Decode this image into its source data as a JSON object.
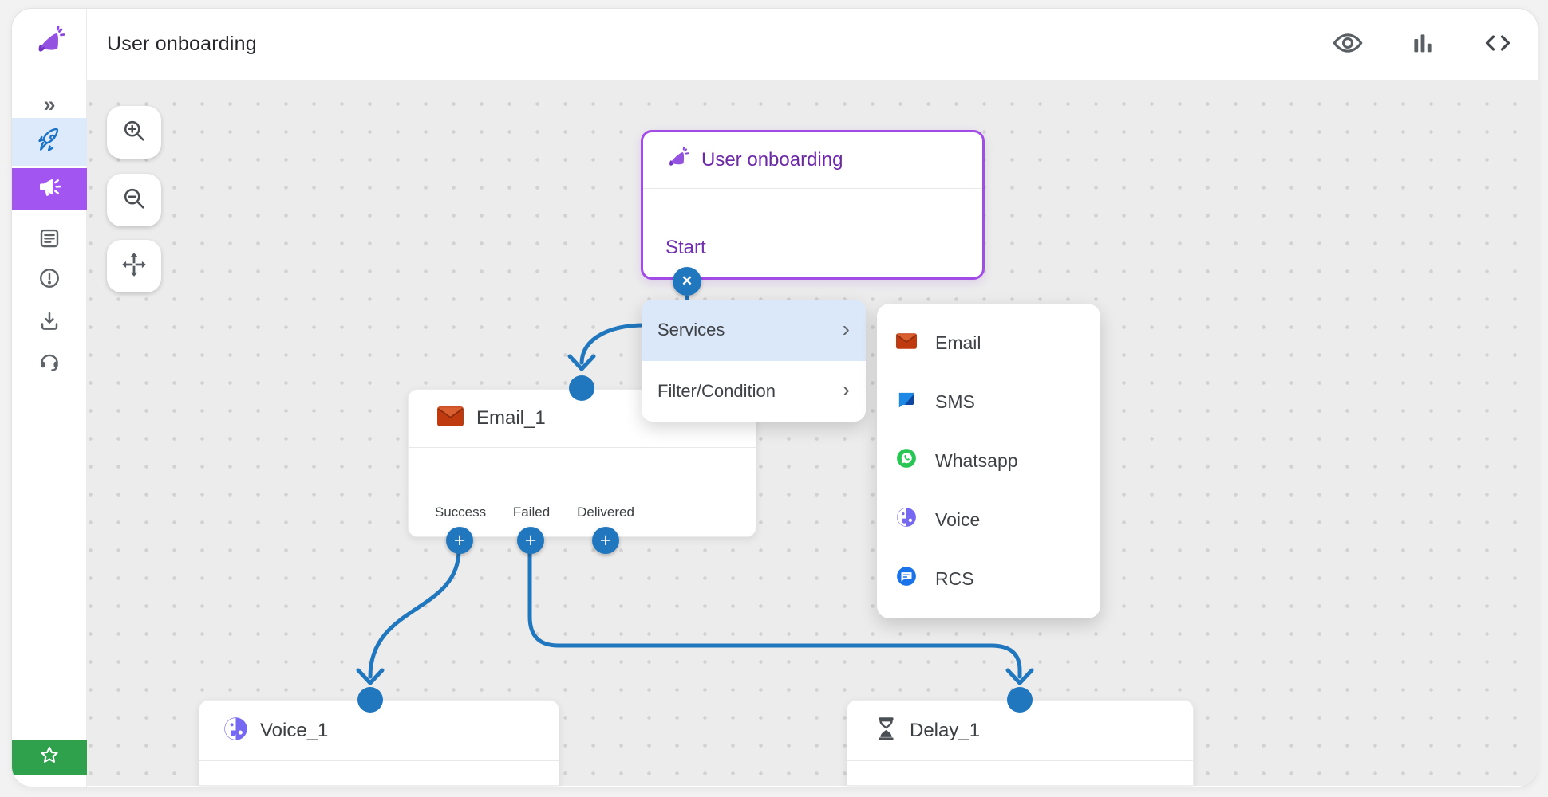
{
  "header": {
    "title": "User onboarding",
    "actions": [
      {
        "name": "preview",
        "icon": "eye-icon"
      },
      {
        "name": "analytics",
        "icon": "bar-chart-icon"
      },
      {
        "name": "code-view",
        "icon": "code-icon"
      }
    ]
  },
  "sidebar": {
    "logo_icon": "megaphone-logo",
    "collapse_glyph": "»",
    "items": [
      {
        "name": "journeys",
        "icon": "rocket-icon",
        "state": "active"
      },
      {
        "name": "campaigns",
        "icon": "megaphone-icon",
        "state": "selected"
      },
      {
        "name": "templates",
        "icon": "document-icon",
        "state": "default"
      },
      {
        "name": "alerts",
        "icon": "alert-circle-icon",
        "state": "default"
      },
      {
        "name": "downloads",
        "icon": "download-icon",
        "state": "default"
      },
      {
        "name": "support",
        "icon": "headset-icon",
        "state": "default"
      }
    ],
    "footer_button": {
      "name": "favorites",
      "icon": "star-icon",
      "color": "#2fa14d"
    }
  },
  "canvas": {
    "tools": [
      {
        "name": "zoom-in",
        "icon": "zoom-in-icon"
      },
      {
        "name": "zoom-out",
        "icon": "zoom-out-icon"
      },
      {
        "name": "pan",
        "icon": "move-icon"
      }
    ],
    "nodes": {
      "start": {
        "title": "User onboarding",
        "section_label": "Start"
      },
      "email": {
        "title": "Email_1",
        "outputs": [
          {
            "label": "Success"
          },
          {
            "label": "Failed"
          },
          {
            "label": "Delivered"
          }
        ]
      },
      "voice": {
        "title": "Voice_1"
      },
      "delay": {
        "title": "Delay_1"
      }
    },
    "context_menu": {
      "items": [
        {
          "label": "Services",
          "arrow": "›",
          "highlighted": true
        },
        {
          "label": "Filter/Condition",
          "arrow": "›",
          "highlighted": false
        }
      ]
    },
    "services_submenu": {
      "items": [
        {
          "label": "Email",
          "icon": "email-icon"
        },
        {
          "label": "SMS",
          "icon": "sms-icon"
        },
        {
          "label": "Whatsapp",
          "icon": "whatsapp-icon"
        },
        {
          "label": "Voice",
          "icon": "voice-icon"
        },
        {
          "label": "RCS",
          "icon": "rcs-icon"
        }
      ]
    },
    "glyphs": {
      "close": "✕",
      "plus": "+"
    }
  },
  "colors": {
    "accent_purple": "#a14ce6",
    "purple_text": "#6d28a8",
    "primary_blue": "#2177be",
    "sidebar_selected": "#a355f1",
    "sidebar_active_bg": "#ddeafb",
    "menu_highlight": "#dbe8fa",
    "favorites_green": "#2fa14d",
    "email_red": "#c23d12",
    "whatsapp_green": "#29c656",
    "rcs_blue": "#1a73e8",
    "voice_purple": "#7668f0",
    "canvas_bg": "#ececec"
  }
}
